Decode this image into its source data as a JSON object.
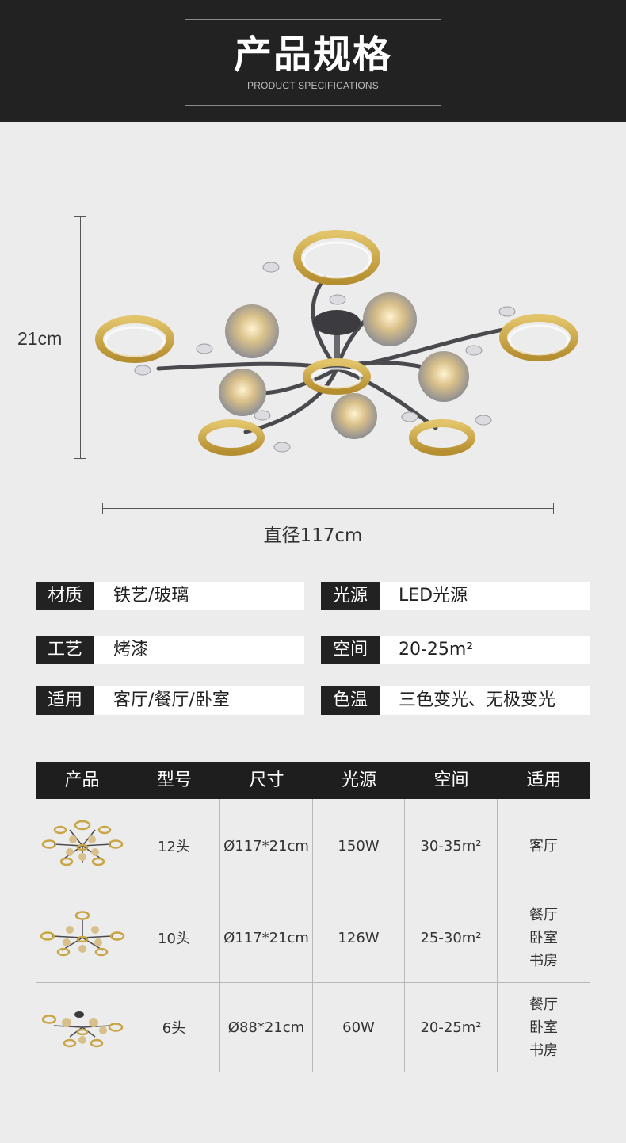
{
  "header": {
    "title": "产品规格",
    "subtitle": "PRODUCT SPECIFICATIONS"
  },
  "dimensions": {
    "height_label": "21cm",
    "diameter_label": "直径117cm"
  },
  "specs": [
    {
      "key": "材质",
      "value": "铁艺/玻璃"
    },
    {
      "key": "光源",
      "value": "LED光源"
    },
    {
      "key": "工艺",
      "value": "烤漆"
    },
    {
      "key": "空间",
      "value": "20-25m²"
    },
    {
      "key": "适用",
      "value": "客厅/餐厅/卧室"
    },
    {
      "key": "色温",
      "value": "三色变光、无极变光"
    }
  ],
  "table": {
    "headers": [
      "产品",
      "型号",
      "尺寸",
      "光源",
      "空间",
      "适用"
    ],
    "rows": [
      {
        "model": "12头",
        "size": "Ø117*21cm",
        "light": "150W",
        "space": "30-35m²",
        "usage": "客厅"
      },
      {
        "model": "10头",
        "size": "Ø117*21cm",
        "light": "126W",
        "space": "25-30m²",
        "usage": "餐厅\n卧室\n书房"
      },
      {
        "model": "6头",
        "size": "Ø88*21cm",
        "light": "60W",
        "space": "20-25m²",
        "usage": "餐厅\n卧室\n书房"
      }
    ]
  },
  "colors": {
    "header_bg": "#222222",
    "gold": "#c9a545",
    "page_bg": "#ececec"
  }
}
